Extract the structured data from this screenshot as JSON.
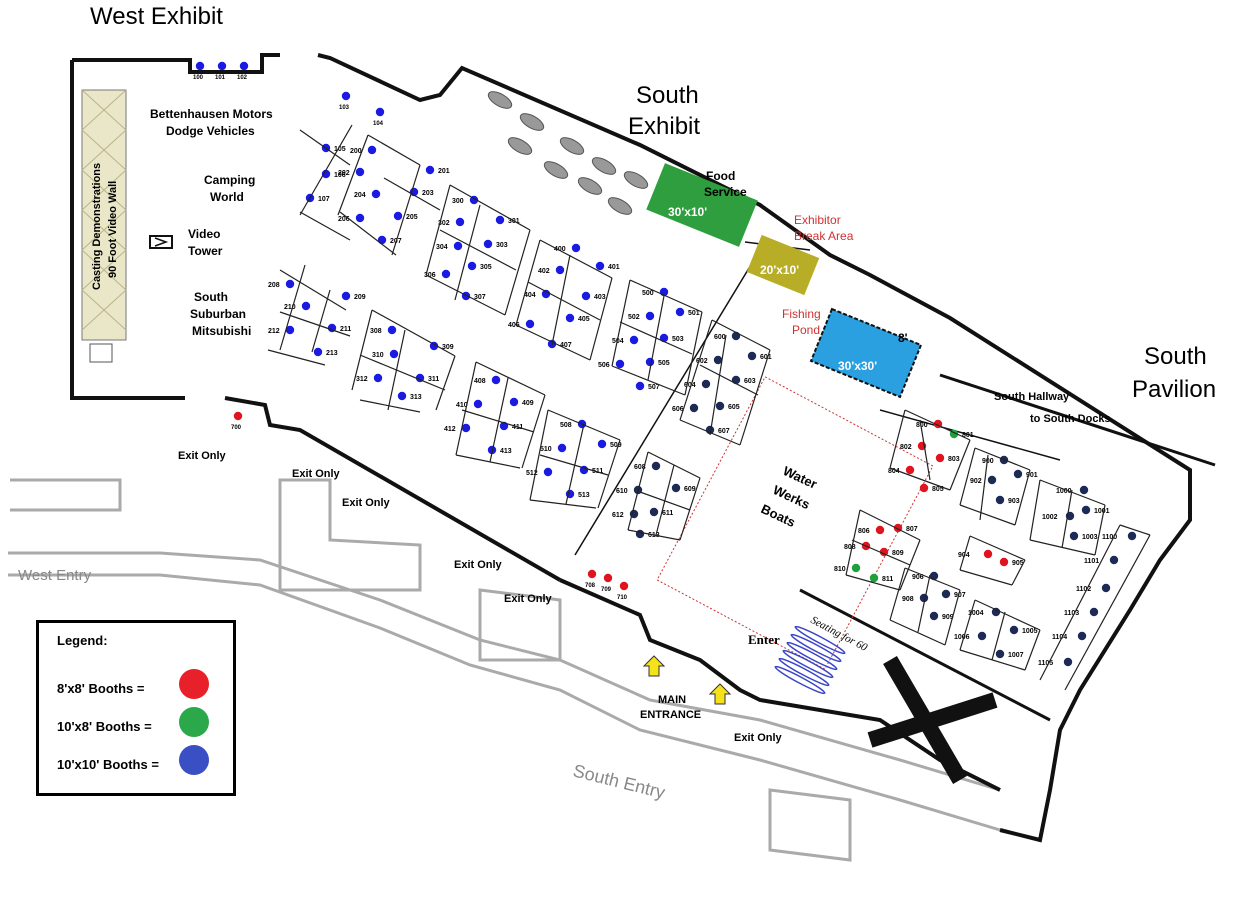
{
  "titles": {
    "west_exhibit": "West Exhibit",
    "south_exhibit_1": "South",
    "south_exhibit_2": "Exhibit",
    "south_pavilion_1": "South",
    "south_pavilion_2": "Pavilion"
  },
  "areas": {
    "bettenhausen_1": "Bettenhausen Motors",
    "bettenhausen_2": "Dodge Vehicles",
    "camping_1": "Camping",
    "camping_2": "World",
    "video_tower_1": "Video",
    "video_tower_2": "Tower",
    "mitsubishi_1": "South",
    "mitsubishi_2": "Suburban",
    "mitsubishi_3": "Mitsubishi",
    "casting_1": "Casting Demonstrations",
    "casting_2": "90 Foot Video Wall",
    "food_1": "Food",
    "food_2": "Service",
    "break_1": "Exhibitor",
    "break_2": "Break Area",
    "pond_1": "Fishing",
    "pond_2": "Pond",
    "water_1": "Water",
    "water_2": "Werks",
    "water_3": "Boats",
    "hallway_1": "South Hallway",
    "hallway_2": "to South Docks",
    "seating": "Seating for 60",
    "pond_gap": "8'",
    "size_food": "30'x10'",
    "size_break": "20'x10'",
    "size_pond": "30'x30'"
  },
  "exits": {
    "exit_only": "Exit Only",
    "enter": "Enter",
    "main_1": "MAIN",
    "main_2": "ENTRANCE",
    "west_entry": "West Entry",
    "south_entry": "South Entry"
  },
  "legend": {
    "title": "Legend:",
    "items": [
      {
        "label": "8'x8' Booths =",
        "color": "#e8202a"
      },
      {
        "label": "10'x8' Booths =",
        "color": "#2aa84a"
      },
      {
        "label": "10'x10' Booths =",
        "color": "#3a4fc4"
      }
    ]
  },
  "colors": {
    "blue_booth": "#1a1ae0",
    "navy_booth": "#1c2a55",
    "red_booth": "#e0141e",
    "green_booth": "#1ea03a",
    "food_green": "#2e9e3e",
    "break_olive": "#b8ad26",
    "pond_blue": "#2aa0e0",
    "arrow_yellow": "#f5e21a"
  },
  "booths": [
    {
      "n": "100",
      "c": "blue"
    },
    {
      "n": "101",
      "c": "blue"
    },
    {
      "n": "102",
      "c": "blue"
    },
    {
      "n": "103",
      "c": "blue"
    },
    {
      "n": "104",
      "c": "blue"
    },
    {
      "n": "105",
      "c": "blue"
    },
    {
      "n": "106",
      "c": "blue"
    },
    {
      "n": "107",
      "c": "blue"
    },
    {
      "n": "200",
      "c": "blue"
    },
    {
      "n": "201",
      "c": "blue"
    },
    {
      "n": "202",
      "c": "blue"
    },
    {
      "n": "203",
      "c": "blue"
    },
    {
      "n": "204",
      "c": "blue"
    },
    {
      "n": "205",
      "c": "blue"
    },
    {
      "n": "206",
      "c": "blue"
    },
    {
      "n": "207",
      "c": "blue"
    },
    {
      "n": "208",
      "c": "blue"
    },
    {
      "n": "209",
      "c": "blue"
    },
    {
      "n": "210",
      "c": "blue"
    },
    {
      "n": "211",
      "c": "blue"
    },
    {
      "n": "212",
      "c": "blue"
    },
    {
      "n": "213",
      "c": "blue"
    },
    {
      "n": "300",
      "c": "blue"
    },
    {
      "n": "301",
      "c": "blue"
    },
    {
      "n": "302",
      "c": "blue"
    },
    {
      "n": "303",
      "c": "blue"
    },
    {
      "n": "304",
      "c": "blue"
    },
    {
      "n": "305",
      "c": "blue"
    },
    {
      "n": "306",
      "c": "blue"
    },
    {
      "n": "307",
      "c": "blue"
    },
    {
      "n": "308",
      "c": "blue"
    },
    {
      "n": "309",
      "c": "blue"
    },
    {
      "n": "310",
      "c": "blue"
    },
    {
      "n": "311",
      "c": "blue"
    },
    {
      "n": "312",
      "c": "blue"
    },
    {
      "n": "313",
      "c": "blue"
    },
    {
      "n": "400",
      "c": "blue"
    },
    {
      "n": "401",
      "c": "blue"
    },
    {
      "n": "402",
      "c": "blue"
    },
    {
      "n": "403",
      "c": "blue"
    },
    {
      "n": "404",
      "c": "blue"
    },
    {
      "n": "405",
      "c": "blue"
    },
    {
      "n": "406",
      "c": "blue"
    },
    {
      "n": "407",
      "c": "blue"
    },
    {
      "n": "408",
      "c": "blue"
    },
    {
      "n": "409",
      "c": "blue"
    },
    {
      "n": "410",
      "c": "blue"
    },
    {
      "n": "411",
      "c": "blue"
    },
    {
      "n": "412",
      "c": "blue"
    },
    {
      "n": "413",
      "c": "blue"
    },
    {
      "n": "500",
      "c": "blue"
    },
    {
      "n": "501",
      "c": "blue"
    },
    {
      "n": "502",
      "c": "blue"
    },
    {
      "n": "503",
      "c": "blue"
    },
    {
      "n": "504",
      "c": "blue"
    },
    {
      "n": "505",
      "c": "blue"
    },
    {
      "n": "506",
      "c": "blue"
    },
    {
      "n": "507",
      "c": "blue"
    },
    {
      "n": "508",
      "c": "blue"
    },
    {
      "n": "509",
      "c": "blue"
    },
    {
      "n": "510",
      "c": "blue"
    },
    {
      "n": "511",
      "c": "blue"
    },
    {
      "n": "512",
      "c": "blue"
    },
    {
      "n": "513",
      "c": "blue"
    },
    {
      "n": "600",
      "c": "navy"
    },
    {
      "n": "601",
      "c": "navy"
    },
    {
      "n": "602",
      "c": "navy"
    },
    {
      "n": "603",
      "c": "navy"
    },
    {
      "n": "604",
      "c": "navy"
    },
    {
      "n": "605",
      "c": "navy"
    },
    {
      "n": "606",
      "c": "navy"
    },
    {
      "n": "607",
      "c": "navy"
    },
    {
      "n": "608",
      "c": "navy"
    },
    {
      "n": "609",
      "c": "navy"
    },
    {
      "n": "610",
      "c": "navy"
    },
    {
      "n": "611",
      "c": "navy"
    },
    {
      "n": "612",
      "c": "navy"
    },
    {
      "n": "613",
      "c": "navy"
    },
    {
      "n": "700",
      "c": "red"
    },
    {
      "n": "708",
      "c": "red"
    },
    {
      "n": "709",
      "c": "red"
    },
    {
      "n": "710",
      "c": "red"
    },
    {
      "n": "800",
      "c": "red"
    },
    {
      "n": "801",
      "c": "green"
    },
    {
      "n": "802",
      "c": "red"
    },
    {
      "n": "803",
      "c": "red"
    },
    {
      "n": "804",
      "c": "red"
    },
    {
      "n": "805",
      "c": "red"
    },
    {
      "n": "806",
      "c": "red"
    },
    {
      "n": "807",
      "c": "red"
    },
    {
      "n": "808",
      "c": "red"
    },
    {
      "n": "809",
      "c": "red"
    },
    {
      "n": "810",
      "c": "green"
    },
    {
      "n": "811",
      "c": "green"
    },
    {
      "n": "900",
      "c": "navy"
    },
    {
      "n": "901",
      "c": "navy"
    },
    {
      "n": "902",
      "c": "navy"
    },
    {
      "n": "903",
      "c": "navy"
    },
    {
      "n": "904",
      "c": "red"
    },
    {
      "n": "905",
      "c": "red"
    },
    {
      "n": "906",
      "c": "navy"
    },
    {
      "n": "907",
      "c": "navy"
    },
    {
      "n": "908",
      "c": "navy"
    },
    {
      "n": "909",
      "c": "navy"
    },
    {
      "n": "1000",
      "c": "navy"
    },
    {
      "n": "1001",
      "c": "navy"
    },
    {
      "n": "1002",
      "c": "navy"
    },
    {
      "n": "1003",
      "c": "navy"
    },
    {
      "n": "1004",
      "c": "navy"
    },
    {
      "n": "1005",
      "c": "navy"
    },
    {
      "n": "1006",
      "c": "navy"
    },
    {
      "n": "1007",
      "c": "navy"
    },
    {
      "n": "1100",
      "c": "navy"
    },
    {
      "n": "1101",
      "c": "navy"
    },
    {
      "n": "1102",
      "c": "navy"
    },
    {
      "n": "1103",
      "c": "navy"
    },
    {
      "n": "1104",
      "c": "navy"
    },
    {
      "n": "1105",
      "c": "navy"
    }
  ]
}
